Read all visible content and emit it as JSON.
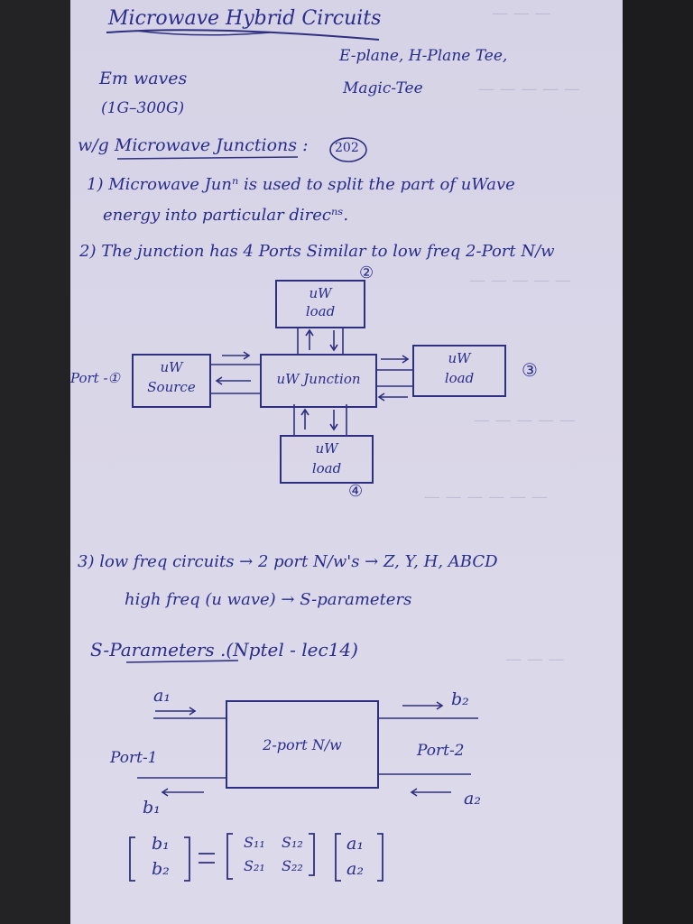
{
  "title": "Microwave Hybrid Circuits",
  "header_left": {
    "line1": "Em waves",
    "line2": "(1G–300G)"
  },
  "header_right": {
    "line1": "E-plane, H-Plane Tee,",
    "line2": "Magic-Tee"
  },
  "section": {
    "label": "w/g Microwave Junctions :",
    "badge": "202"
  },
  "points": {
    "p1_line1": "1) Microwave Junⁿ is used to split the part of uWave",
    "p1_line2": "energy into particular direcⁿˢ.",
    "p2_line1": "2) The junction has 4 Ports Similar to low freq 2-Port N/w"
  },
  "junction_diagram": {
    "port1_label": "Port -①",
    "source_label_1": "uW",
    "source_label_2": "Source",
    "junction_label": "uW Junction",
    "top_load_1": "uW",
    "top_load_2": "load",
    "right_load_1": "uW",
    "right_load_2": "load",
    "bottom_load_1": "uW",
    "bottom_load_2": "load",
    "top_port_num": "②",
    "right_port_num": "③",
    "bottom_port_num": "④"
  },
  "point3": {
    "line1": "3) low freq circuits → 2 port N/w's → Z, Y, H, ABCD",
    "line2": "high freq (u wave) → S-parameters"
  },
  "sparam_heading": "S-Parameters .(Nptel - lec14)",
  "twoport": {
    "box_label": "2-port N/w",
    "port1": "Port-1",
    "port2": "Port-2",
    "a1": "a₁",
    "b1": "b₁",
    "a2": "a₂",
    "b2": "b₂"
  },
  "matrix": {
    "lhs_top": "b₁",
    "lhs_bot": "b₂",
    "s11": "S₁₁",
    "s12": "S₁₂",
    "s21": "S₂₁",
    "s22": "S₂₂",
    "rhs_top": "a₁",
    "rhs_bot": "a₂"
  }
}
